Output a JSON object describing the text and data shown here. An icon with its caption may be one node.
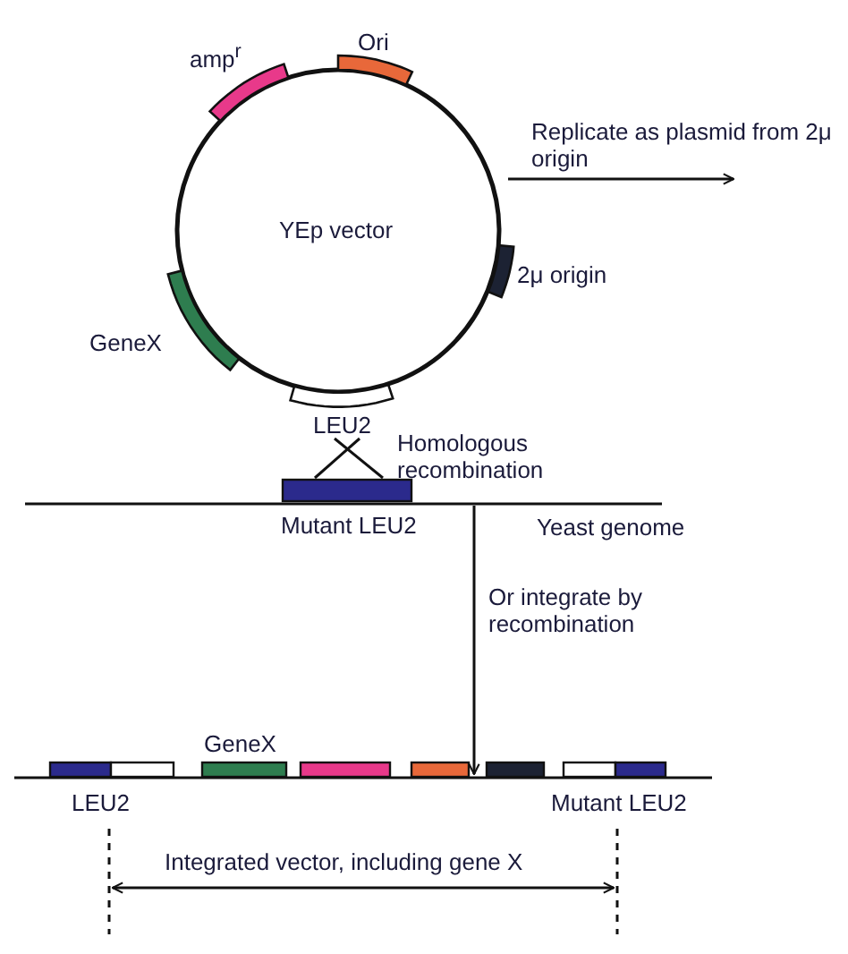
{
  "diagram": {
    "nodes": [
      {
        "text": [
          "YEp vector"
        ]
      },
      {
        "text": [
          "amp$^{r}$"
        ]
      },
      {
        "text": [
          "Ori"
        ]
      },
      {
        "text": [
          "2μ origin"
        ]
      },
      {
        "text": [
          "GeneX"
        ]
      },
      {
        "text": [
          "LEU2"
        ]
      },
      {
        "text": [
          "Mutant LEU2"
        ]
      },
      {
        "text": [],
        "shape": "bar"
      },
      {
        "text": [],
        "shape": "bar"
      },
      {
        "text": [
          "LEU2"
        ]
      },
      {
        "text": [],
        "shape": "box"
      },
      {
        "text": [
          "GeneX"
        ]
      },
      {
        "text": [],
        "shape": "box"
      },
      {
        "text": [],
        "shape": "box"
      },
      {
        "text": [],
        "shape": "box"
      },
      {
        "text": [],
        "shape": "box"
      },
      {
        "text": [
          "Mutant LEU2"
        ]
      }
    ],
    "edges": [
      {
        "from": 5,
        "to": 6,
        "arrow": "none",
        "label": "Homologous recombination"
      },
      {
        "from": 5,
        "to": 6,
        "arrow": "none"
      },
      {
        "from": 0,
        "to": null,
        "arrow": "to",
        "label": "Replicate as plasmid from 2μ origin"
      },
      {
        "from": 7,
        "to": 8,
        "arrow": "to",
        "label": "Or integrate by recombination"
      }
    ],
    "labels": [
      "Yeast genome",
      "Integrated vector, including gene X"
    ]
  }
}
